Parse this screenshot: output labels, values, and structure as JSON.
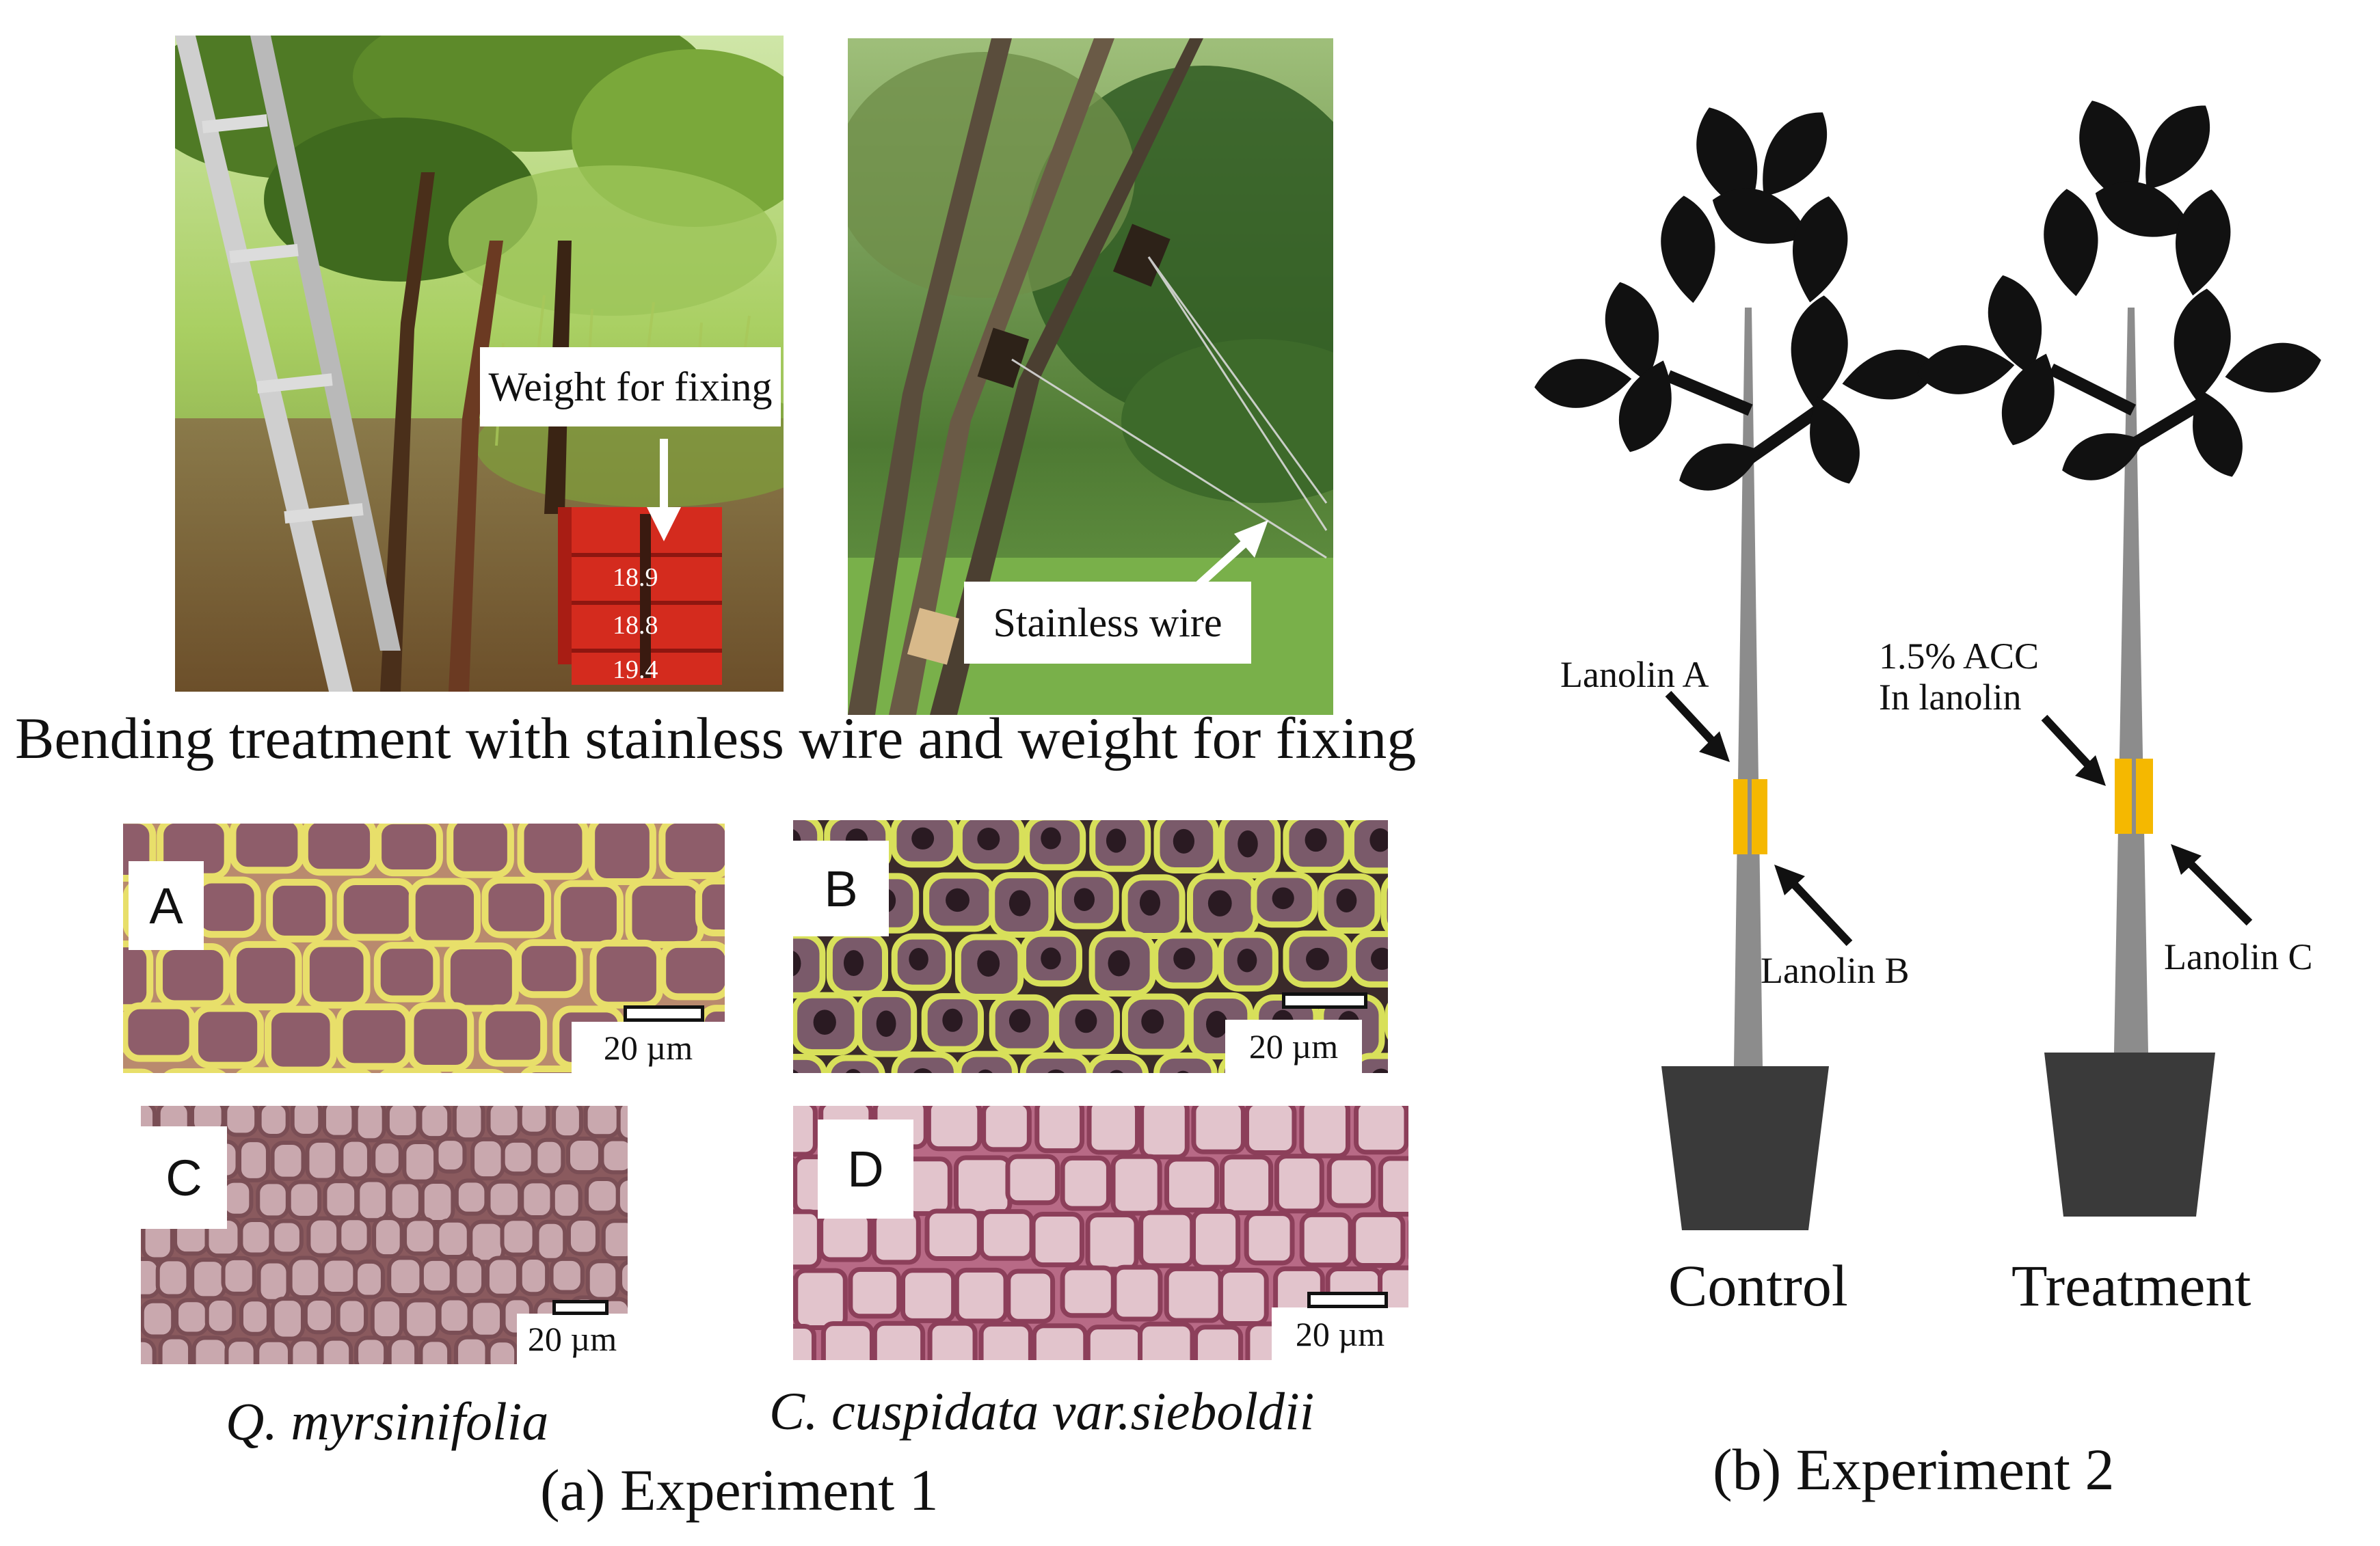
{
  "experiment1": {
    "photo_left_callout": "Weight for fixing",
    "photo_right_callout": "Stainless wire",
    "photo_caption": "Bending treatment with stainless wire and weight for fixing",
    "panels": [
      {
        "letter": "A",
        "scale": "20 µm"
      },
      {
        "letter": "B",
        "scale": "20 µm"
      },
      {
        "letter": "C",
        "scale": "20 µm"
      },
      {
        "letter": "D",
        "scale": "20 µm"
      }
    ],
    "species_left": "Q. myrsinifolia",
    "species_right": "C. cuspidata var.sieboldii",
    "caption": "(a) Experiment 1"
  },
  "experiment2": {
    "control_label": "Control",
    "treatment_label": "Treatment",
    "lanolin_a": "Lanolin A",
    "lanolin_b": "Lanolin B",
    "lanolin_c": "Lanolin C",
    "acc_line1": "1.5% ACC",
    "acc_line2": "In lanolin",
    "caption": "(b) Experiment 2"
  },
  "colors": {
    "lanolin_band": "#f5b800",
    "stem": "#8c8c8c",
    "pot": "#3a3a3a",
    "leaves": "#111111",
    "weight_red": "#d42b1e"
  }
}
